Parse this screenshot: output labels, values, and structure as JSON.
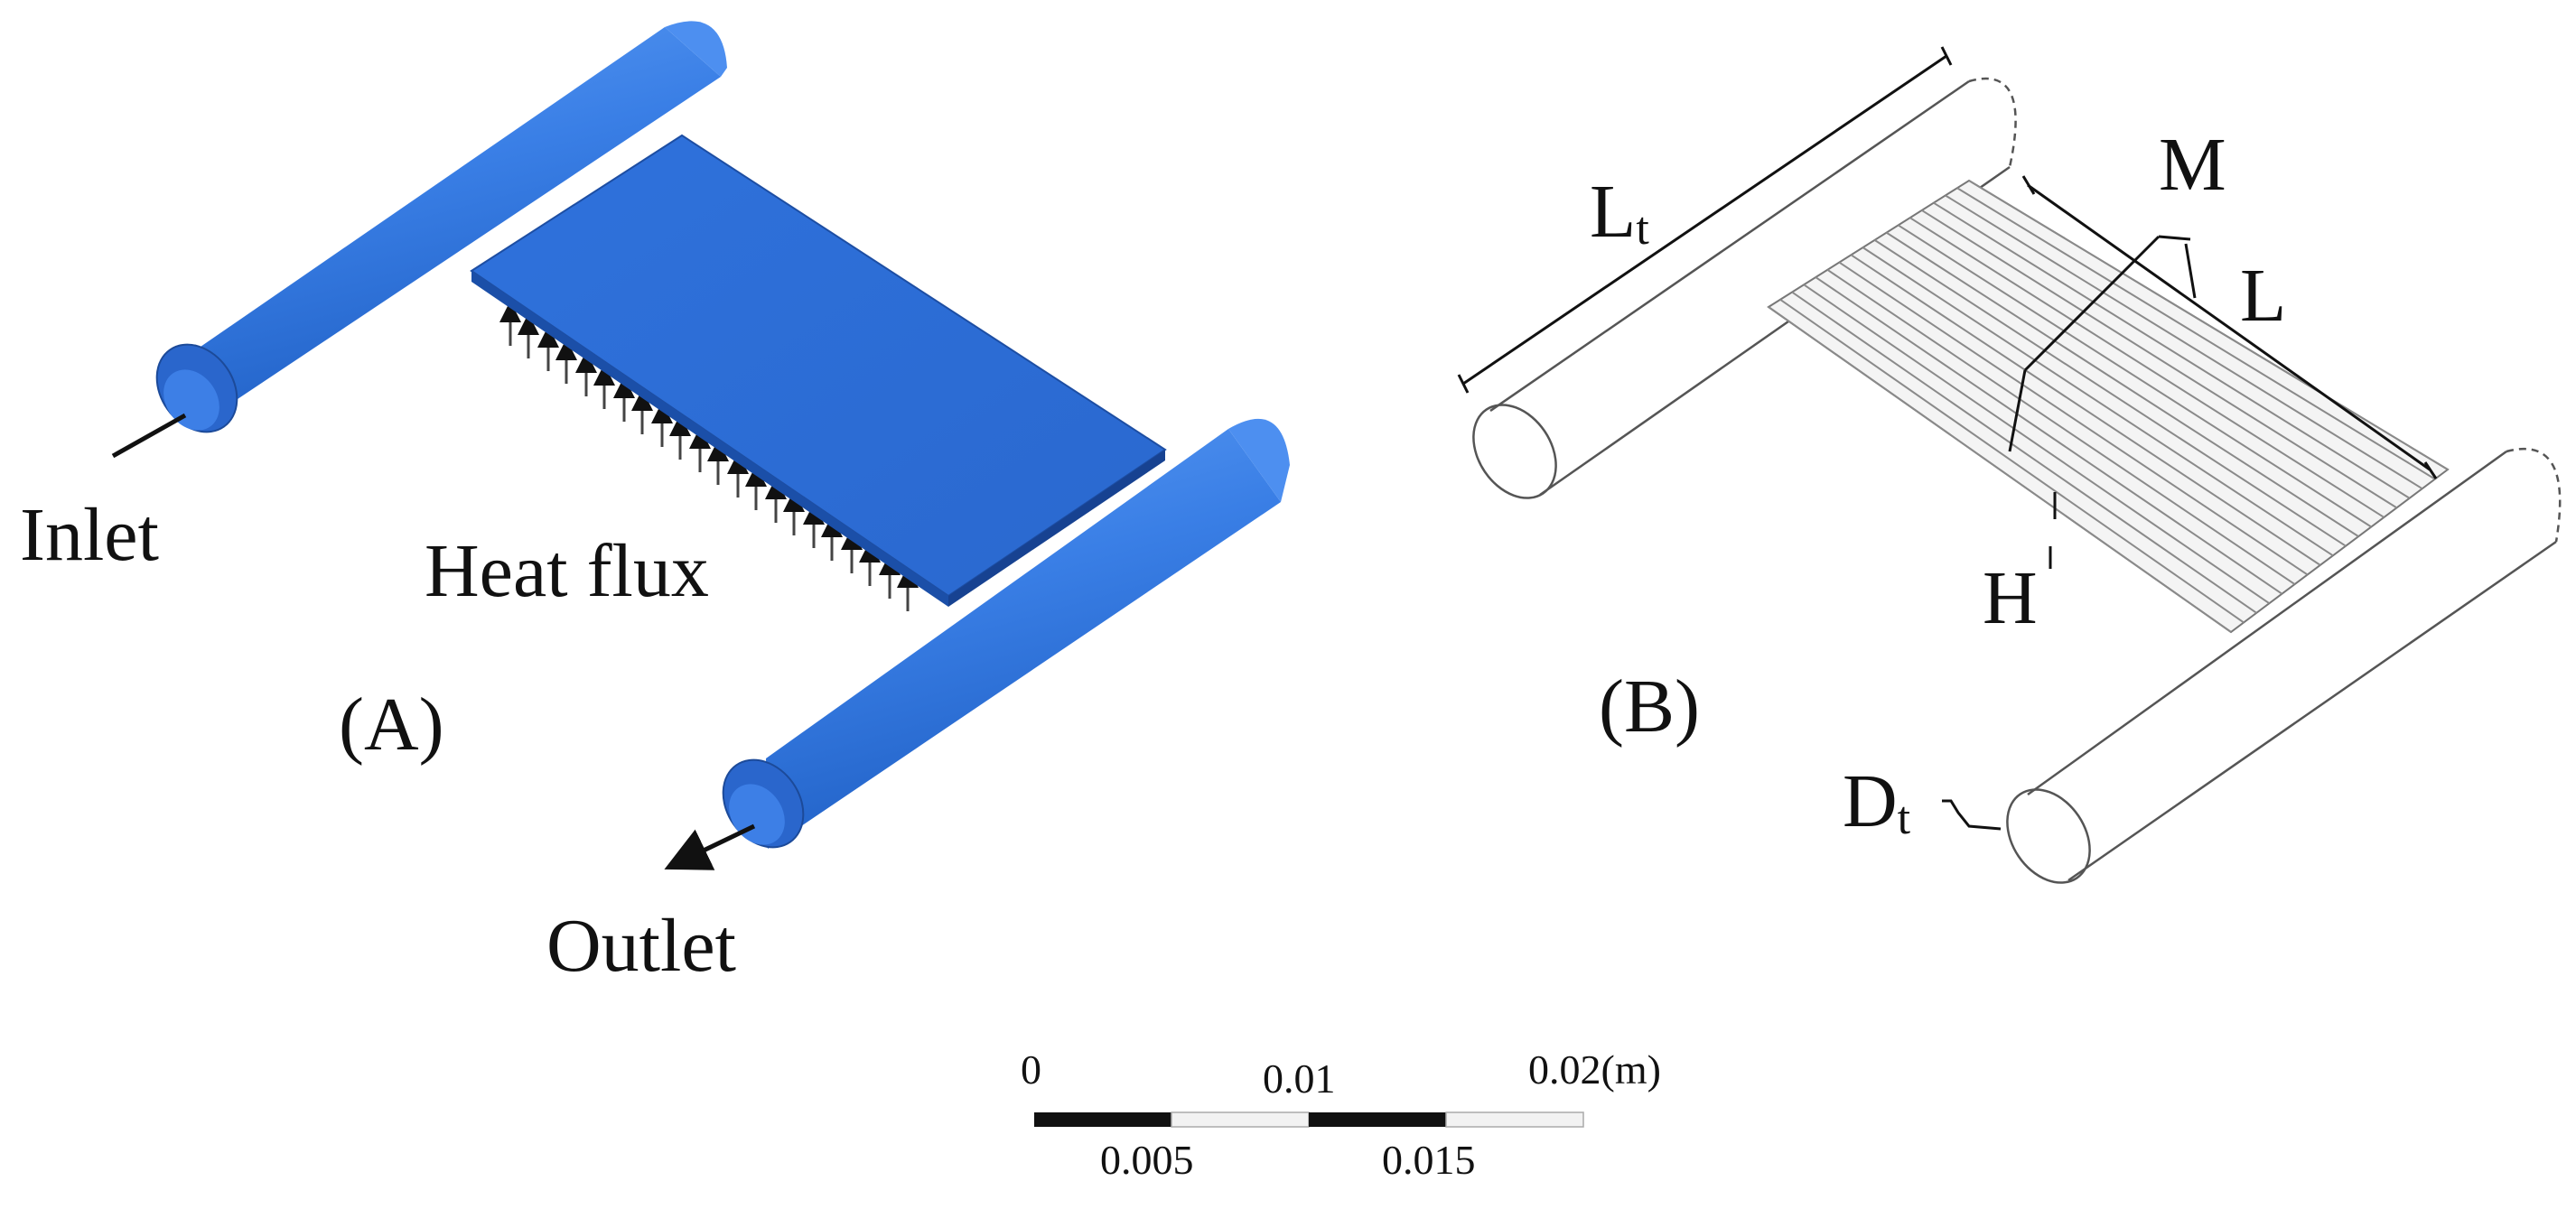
{
  "panel_a": {
    "label": "(A)",
    "inlet": "Inlet",
    "outlet": "Outlet",
    "heat_flux": "Heat flux"
  },
  "panel_b": {
    "label": "(B)",
    "lt_main": "L",
    "lt_sub": "t",
    "m": "M",
    "l": "L",
    "h": "H",
    "dt_main": "D",
    "dt_sub": "t"
  },
  "scale_bar": {
    "ticks_top": [
      "0",
      "0.01",
      "0.02(m)"
    ],
    "ticks_bottom": [
      "0.005",
      "0.015"
    ]
  },
  "colors": {
    "pipe_blue": "#3a7fe6",
    "plate_blue": "#2c6fd9",
    "outline": "#222222"
  }
}
